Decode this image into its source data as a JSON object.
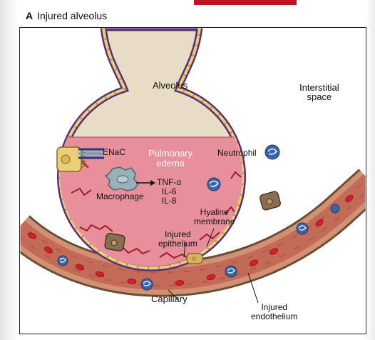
{
  "panel": {
    "letter": "A",
    "title": "Injured alveolus"
  },
  "labels": {
    "alveolus": "Alveolus",
    "interstitial_space": [
      "Interstitial",
      "space"
    ],
    "enac": "ENaC",
    "pulmonary_edema": [
      "Pulmonary",
      "edema"
    ],
    "neutrophil": "Neutrophil",
    "macrophage": "Macrophage",
    "cytokines": [
      "TNF-α",
      "IL-6",
      "IL-8"
    ],
    "hyaline_membrane": [
      "Hyaline",
      "membrane"
    ],
    "injured_epithelium": [
      "Injured",
      "epithelium"
    ],
    "capillary": "Capillary",
    "injured_endothelium": [
      "Injured",
      "endothelium"
    ]
  },
  "colors": {
    "alveolus_wall": "#5a2e7c",
    "airspace": "#e9dcc4",
    "edema_fluid": "#e88f9c",
    "epithelium": "#e8cf78",
    "capillary_wall": "#7a5e3c",
    "blood": "#c46b58",
    "red_cell": "#d21f2d",
    "white_cell": "#3b63a8",
    "macrophage": "#9ab0b8",
    "accent_bar": "#c0141c"
  }
}
